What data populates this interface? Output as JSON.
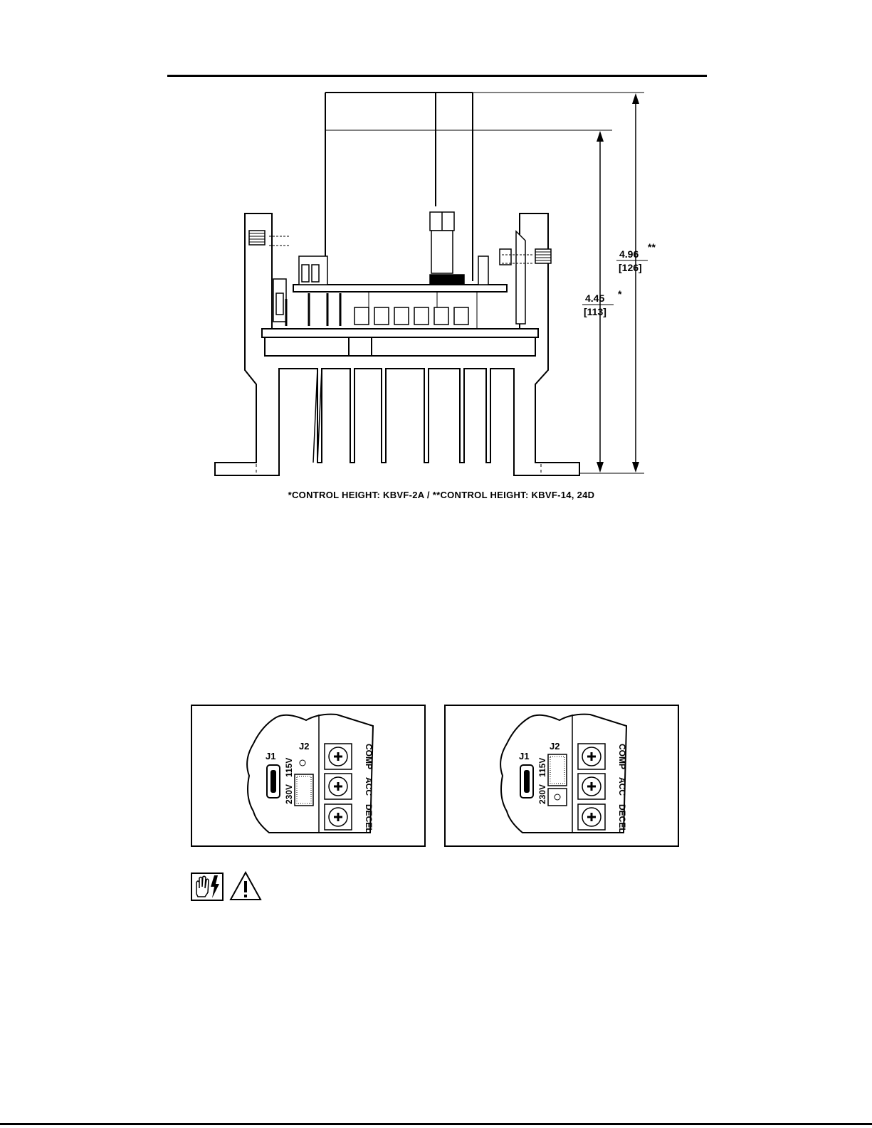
{
  "side_view": {
    "dim_outer": {
      "value": "4.96",
      "mark": "**",
      "metric": "[126]"
    },
    "dim_inner": {
      "value": "4.45",
      "mark": "*",
      "metric": "[113]"
    },
    "caption": "*CONTROL HEIGHT: KBVF-2A / **CONTROL HEIGHT: KBVF-14, 24D"
  },
  "jumper_panels": [
    {
      "j1": "J1",
      "j2": "J2",
      "volt_a": "230V",
      "volt_b": "115V",
      "pot_top": "COMP",
      "pot_mid": "ACC",
      "pot_bot": "DECEL"
    },
    {
      "j1": "J1",
      "j2": "J2",
      "volt_a": "230V",
      "volt_b": "115V",
      "pot_top": "COMP",
      "pot_mid": "ACC",
      "pot_bot": "DECEL"
    }
  ],
  "icons": [
    "hand-shock-warning-icon",
    "caution-triangle-icon"
  ]
}
